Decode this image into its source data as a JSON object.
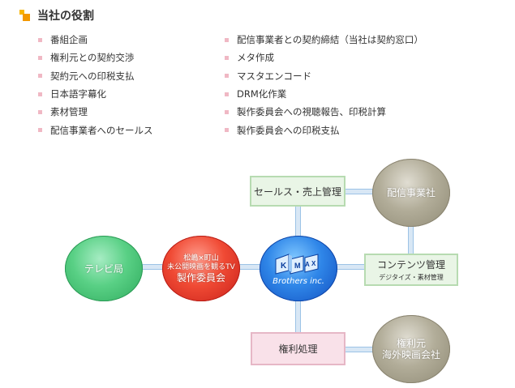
{
  "heading": {
    "title": "当社の役割"
  },
  "roles": {
    "left": [
      "番組企画",
      "権利元との契約交渉",
      "契約元への印税支払",
      "日本語字幕化",
      "素材管理",
      "配信事業者へのセールス"
    ],
    "right": [
      "配信事業者との契約締結（当社は契約窓口）",
      "メタ作成",
      "マスタエンコード",
      "DRM化作業",
      "製作委員会への視聴報告、印税計算",
      "製作委員会への印税支払"
    ]
  },
  "diagram": {
    "sales": "セールス・売上管理",
    "distributor": "配信事業社",
    "content_title": "コンテンツ管理",
    "content_sub": "デジタイズ・素材管理",
    "rights": "権利処理",
    "rights_holder_1": "権利元",
    "rights_holder_2": "海外映画会社",
    "tv": "テレビ局",
    "committee_1": "松嶋×町山",
    "committee_2": "未公開映画を観るTV",
    "committee_3": "製作委員会",
    "logo_text": "Brothers inc.",
    "logo_letters": [
      "K",
      "M",
      "A",
      "X"
    ]
  },
  "colors": {
    "accent_square": "#f39800",
    "bullet": "#f0b8c4",
    "connector": "#d8e7f5",
    "green_box": "#e9f5e6",
    "pink_box": "#f9e1e9",
    "center_blue": "#2f86e8",
    "committee_red": "#f04a34",
    "tv_green": "#59d085",
    "gray_circle": "#b2ad99"
  }
}
